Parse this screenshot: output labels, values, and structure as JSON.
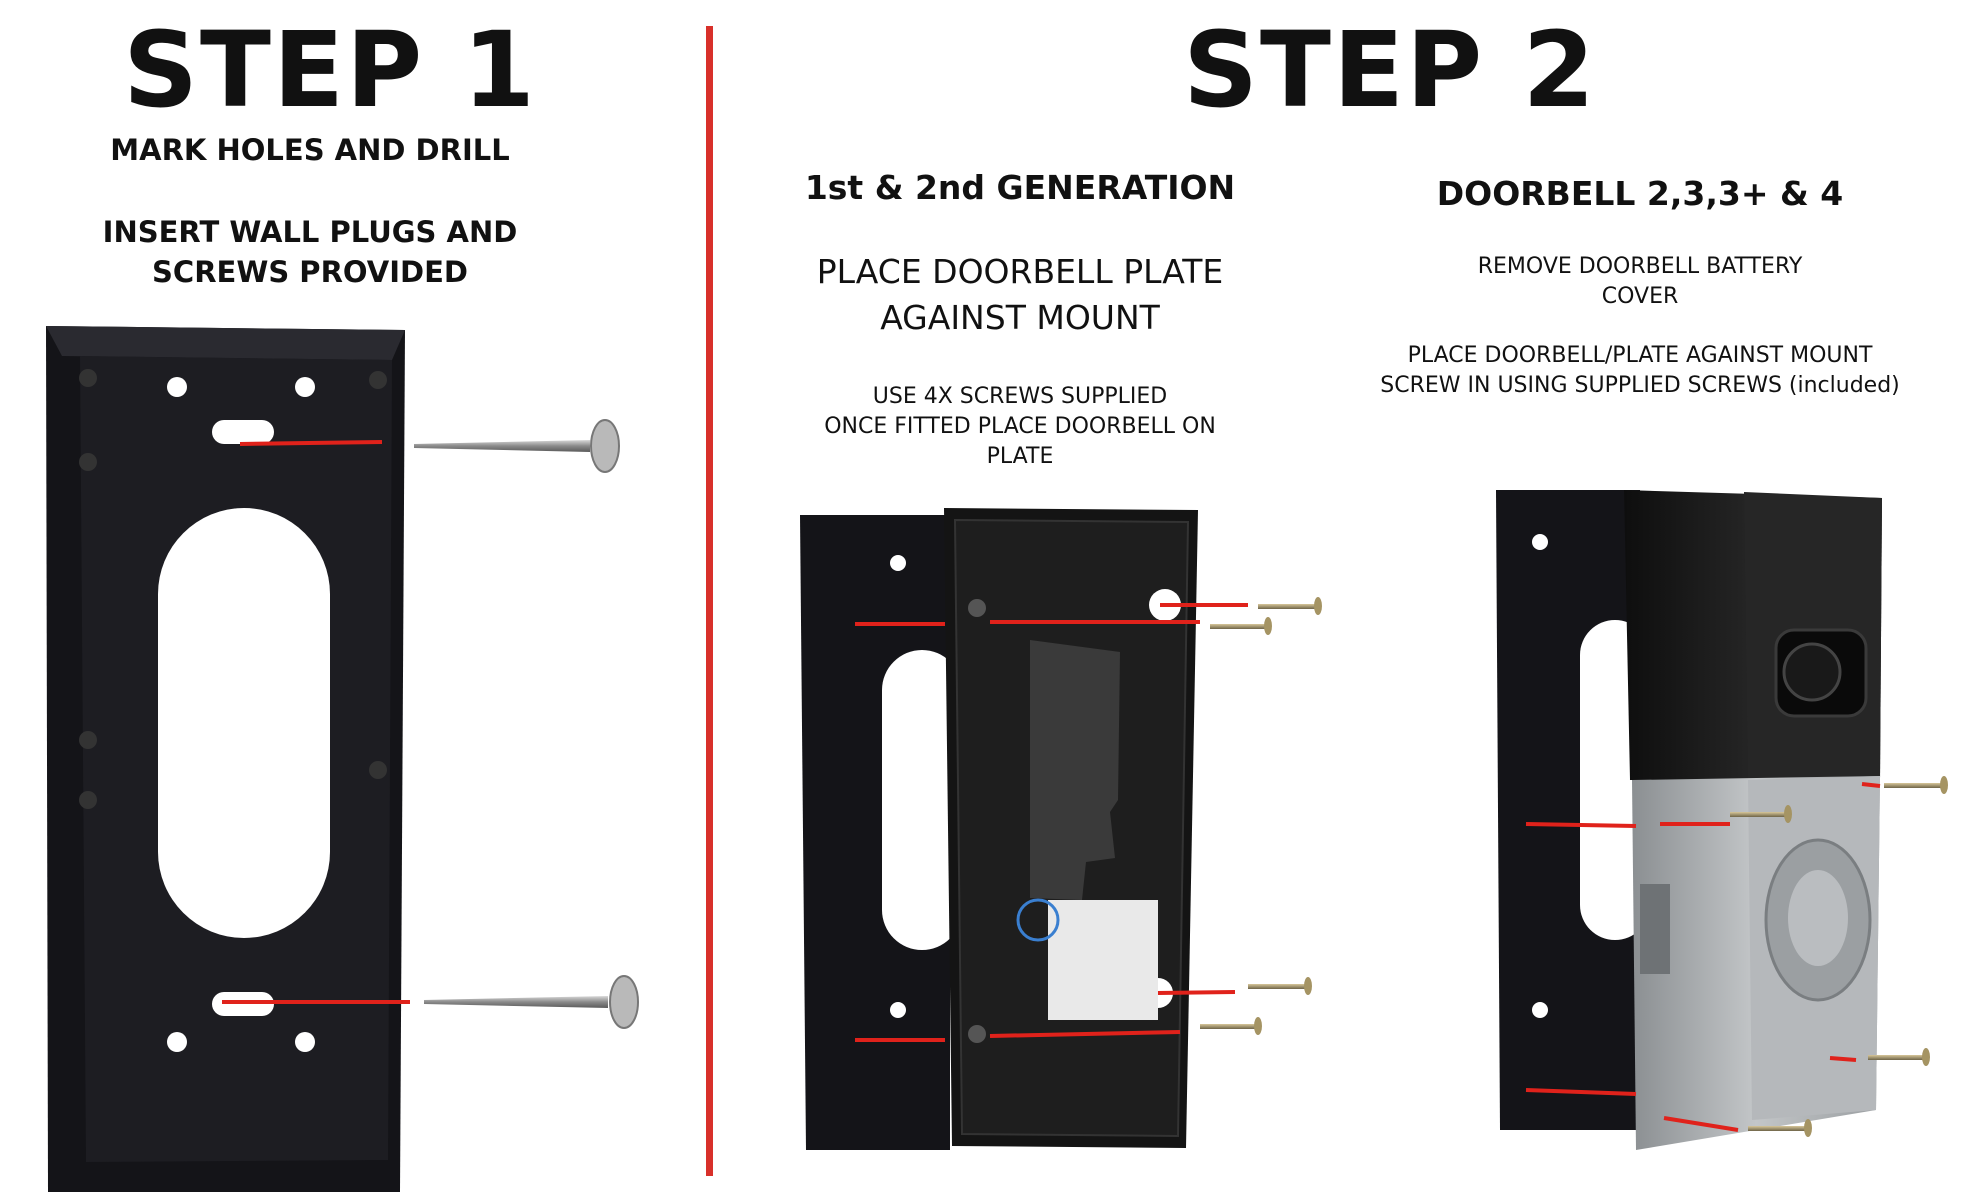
{
  "colors": {
    "divider": "#d8302a",
    "marker": "#e0221b",
    "mount": "#1a1a1e",
    "plate": "#151515",
    "doorbell_top": "#1c1c1c",
    "doorbell_bottom": "#a8acaf",
    "screw": "#a6a6a6"
  },
  "step1": {
    "title": "STEP 1",
    "line1": "MARK HOLES AND DRILL",
    "line2a": "INSERT WALL PLUGS AND",
    "line2b": "SCREWS PROVIDED"
  },
  "step2": {
    "title": "STEP 2",
    "gen12": {
      "heading": "1st & 2nd GENERATION",
      "line1a": "PLACE DOORBELL PLATE",
      "line1b": "AGAINST MOUNT",
      "line2a": "USE 4X SCREWS SUPPLIED",
      "line2b": "ONCE FITTED PLACE DOORBELL ON",
      "line2c": "PLATE"
    },
    "doorbell234": {
      "heading": "DOORBELL 2,3,3+ & 4",
      "line1a": "REMOVE DOORBELL BATTERY",
      "line1b": "COVER",
      "line2a": "PLACE DOORBELL/PLATE AGAINST MOUNT",
      "line2b": "SCREW IN USING SUPPLIED SCREWS (included)"
    }
  },
  "icons": [
    "wall-mount-icon",
    "screw-icon",
    "doorbell-plate-icon",
    "doorbell-icon"
  ]
}
